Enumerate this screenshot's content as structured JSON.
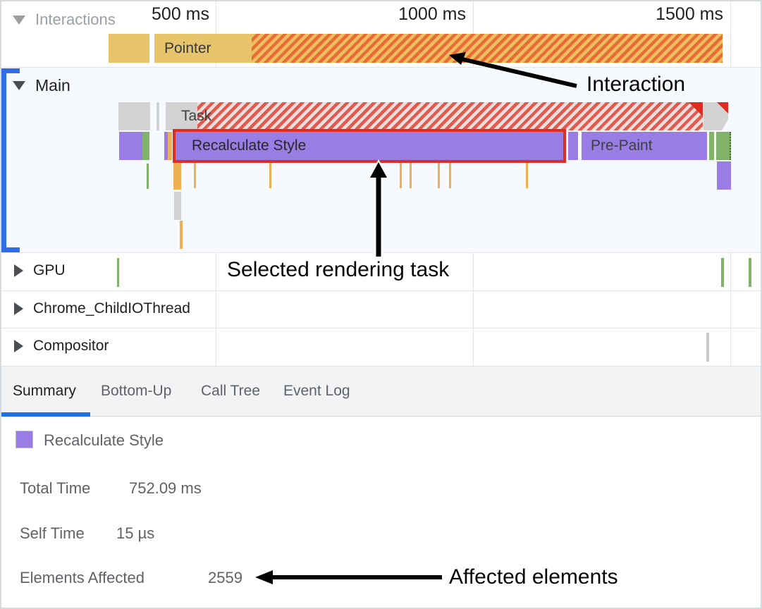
{
  "timeline": {
    "timestamps": [
      "500 ms",
      "1000 ms",
      "1500 ms"
    ]
  },
  "tracks": {
    "interactions": {
      "label": "Interactions",
      "expanded": true
    },
    "main": {
      "label": "Main",
      "expanded": true
    },
    "gpu": {
      "label": "GPU",
      "expanded": false
    },
    "io": {
      "label": "Chrome_ChildIOThread",
      "expanded": false
    },
    "compositor": {
      "label": "Compositor",
      "expanded": false
    }
  },
  "bars": {
    "pointer": "Pointer",
    "task": "Task",
    "recalculate": "Recalculate Style",
    "prepaint": "Pre-Paint"
  },
  "tabs": [
    {
      "label": "Summary",
      "active": true
    },
    {
      "label": "Bottom-Up",
      "active": false
    },
    {
      "label": "Call Tree",
      "active": false
    },
    {
      "label": "Event Log",
      "active": false
    }
  ],
  "summary": {
    "title": "Recalculate Style",
    "rows": [
      {
        "label": "Total Time",
        "value": "752.09 ms"
      },
      {
        "label": "Self Time",
        "value": "15 µs"
      },
      {
        "label": "Elements Affected",
        "value": "2559"
      }
    ]
  },
  "annotations": {
    "interaction": "Interaction",
    "selected_task": "Selected rendering task",
    "affected_elements": "Affected elements"
  },
  "colors": {
    "accent_blue": "#1a73e8",
    "bracket_blue": "#2e6de5",
    "interaction_yellow": "#e7c469",
    "candy_stripe_orange": "#e96c38",
    "task_gray": "#d2d2d2",
    "long_task_red": "#e05a50",
    "rendering_purple": "#9a7de4",
    "painting_green": "#80b26a",
    "script_orange": "#eeb052",
    "selection_red": "#e02d22"
  }
}
